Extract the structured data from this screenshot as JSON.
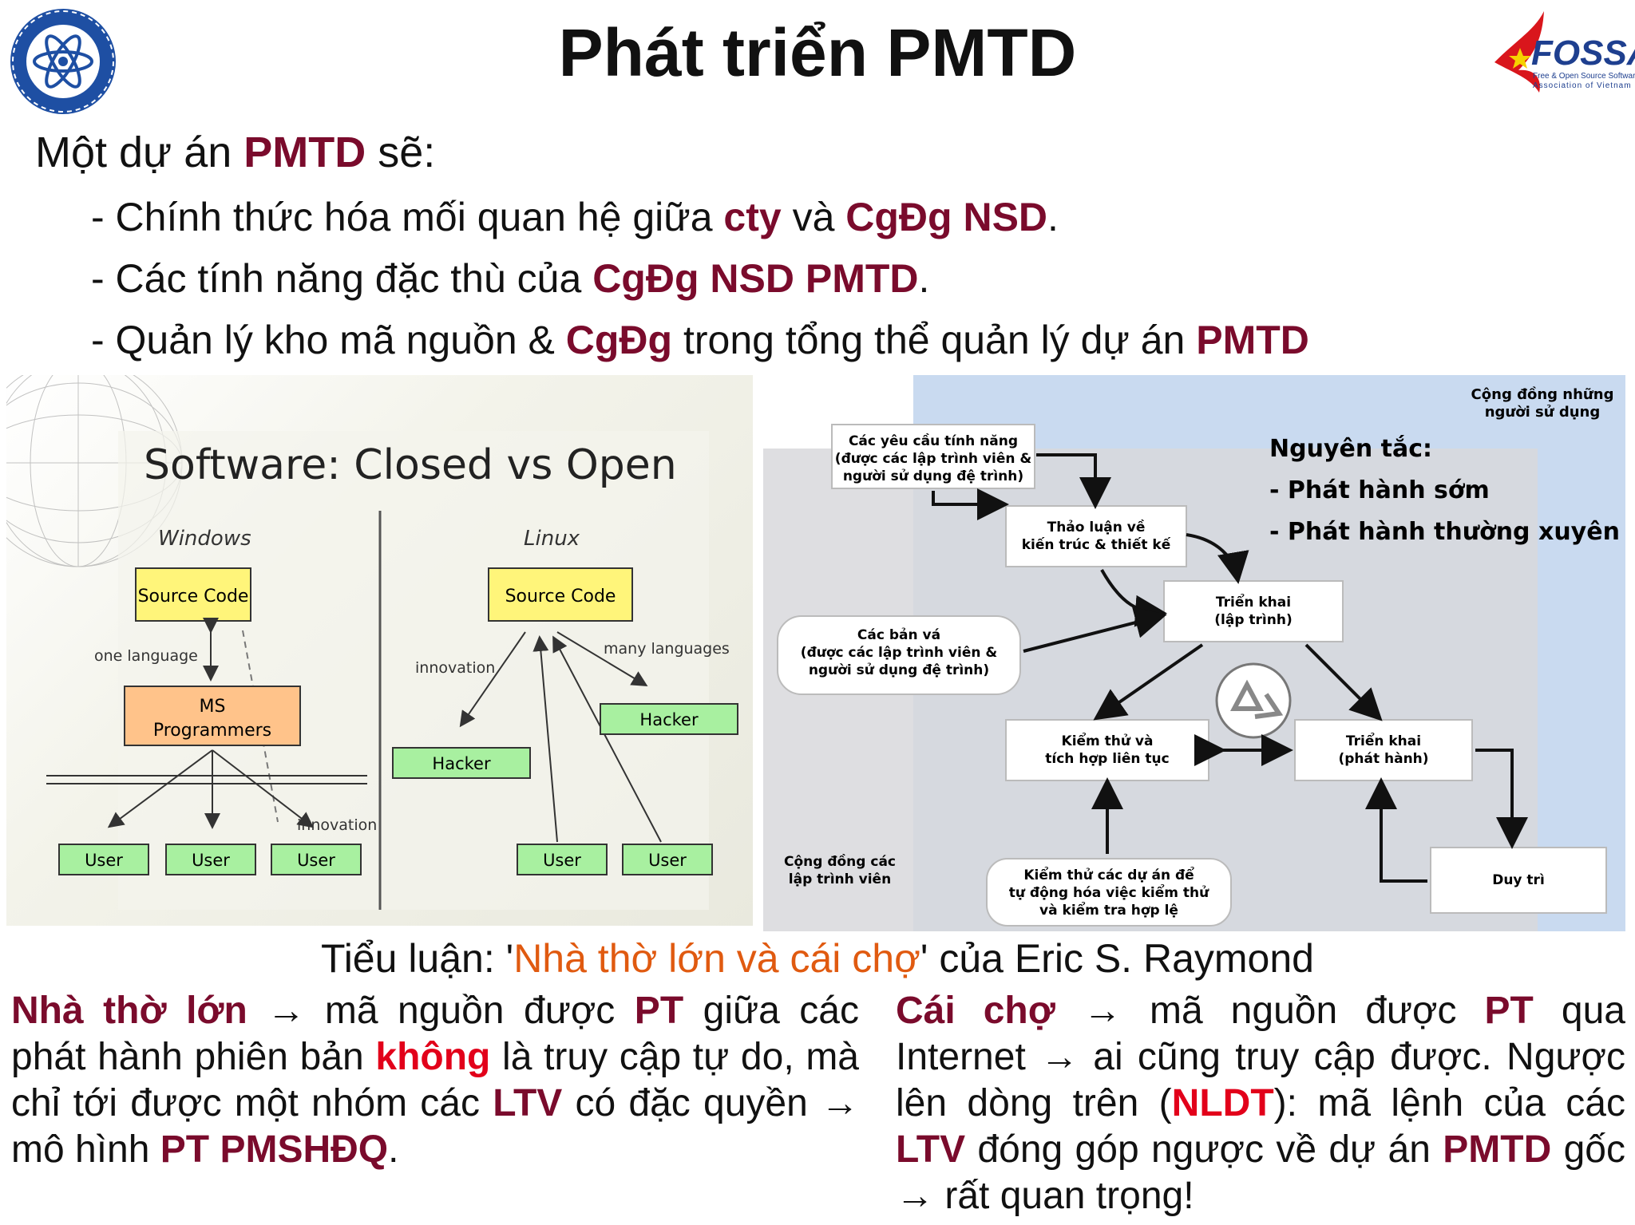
{
  "title": "Phát triển PMTD",
  "logos": {
    "left_icon": "university-seal-icon",
    "right_text": "FOSSA",
    "right_sub1": "Free & Open Source Software",
    "right_sub2": "Association of Vietnam"
  },
  "intro": {
    "pre": "Một dự án ",
    "em": "PMTD",
    "post": " sẽ:"
  },
  "bullets": {
    "b1": {
      "pre": "- Chính thức hóa mối quan hệ giữa ",
      "em1": "cty",
      "mid": " và ",
      "em2": "CgĐg NSD",
      "post": "."
    },
    "b2": {
      "pre": "- Các tính năng đặc thù của ",
      "em1": "CgĐg NSD PMTD",
      "post": "."
    },
    "b3": {
      "pre": "- Quản lý kho mã nguồn & ",
      "em1": "CgĐg",
      "mid": " trong tổng thể quản lý dự án ",
      "em2": "PMTD"
    }
  },
  "left_diagram": {
    "heading": "Software: Closed vs Open",
    "windows": "Windows",
    "linux": "Linux",
    "source_code": "Source Code",
    "one_language": "one language",
    "ms_line1": "MS",
    "ms_line2": "Programmers",
    "innovation": "innovation",
    "many_languages": "many languages",
    "hacker": "Hacker",
    "user": "User"
  },
  "right_diagram": {
    "community_users_1": "Cộng đồng những",
    "community_users_2": "người sử dụng",
    "req_1": "Các yêu cầu tính năng",
    "req_2": "(được các lập trình viên &",
    "req_3": "người sử dụng đệ trình)",
    "discuss_1": "Thảo luận về",
    "discuss_2": "kiến trúc & thiết kế",
    "principle_title": "Nguyên tắc:",
    "principle_1": "- Phát hành sớm",
    "principle_2": "- Phát hành thường xuyên",
    "deploy_code_1": "Triển khai",
    "deploy_code_2": "(lập trình)",
    "patches_1": "Các bản vá",
    "patches_2": "(được các lập trình viên &",
    "patches_3": "người sử dụng đệ trình)",
    "test_1": "Kiểm thử và",
    "test_2": "tích hợp liên tục",
    "release_1": "Triển khai",
    "release_2": "(phát hành)",
    "dev_community_1": "Cộng đồng các",
    "dev_community_2": "lập trình viên",
    "auto_1": "Kiểm thử các dự án để",
    "auto_2": "tự động hóa việc kiểm thử",
    "auto_3": "và kiểm tra hợp lệ",
    "maintain": "Duy trì"
  },
  "caption": {
    "pre": "Tiểu luận: '",
    "em": "Nhà thờ lớn và cái chợ",
    "post": "' của Eric S. Raymond"
  },
  "left_para": {
    "em1": "Nhà thờ lớn",
    "t1": " → mã nguồn được ",
    "em2": "PT",
    "t2": " giữa các phát hành phiên bản ",
    "em3": "không",
    "t3": " là truy cập tự do, mà chỉ tới được một nhóm các ",
    "em4": "LTV",
    "t4": " có đặc quyền → mô hình ",
    "em5": "PT PMSHĐQ",
    "t5": "."
  },
  "right_para": {
    "em1": "Cái chợ",
    "t1": " → mã nguồn được ",
    "em2": "PT",
    "t2": " qua Internet → ai cũng truy cập được. Ngược lên dòng trên (",
    "em3": "NLDT",
    "t3": "): mã lệnh của các ",
    "em4": "LTV",
    "t4": " đóng góp ngược về dự án ",
    "em5": "PMTD",
    "t5": " gốc → rất quan trọng!"
  }
}
